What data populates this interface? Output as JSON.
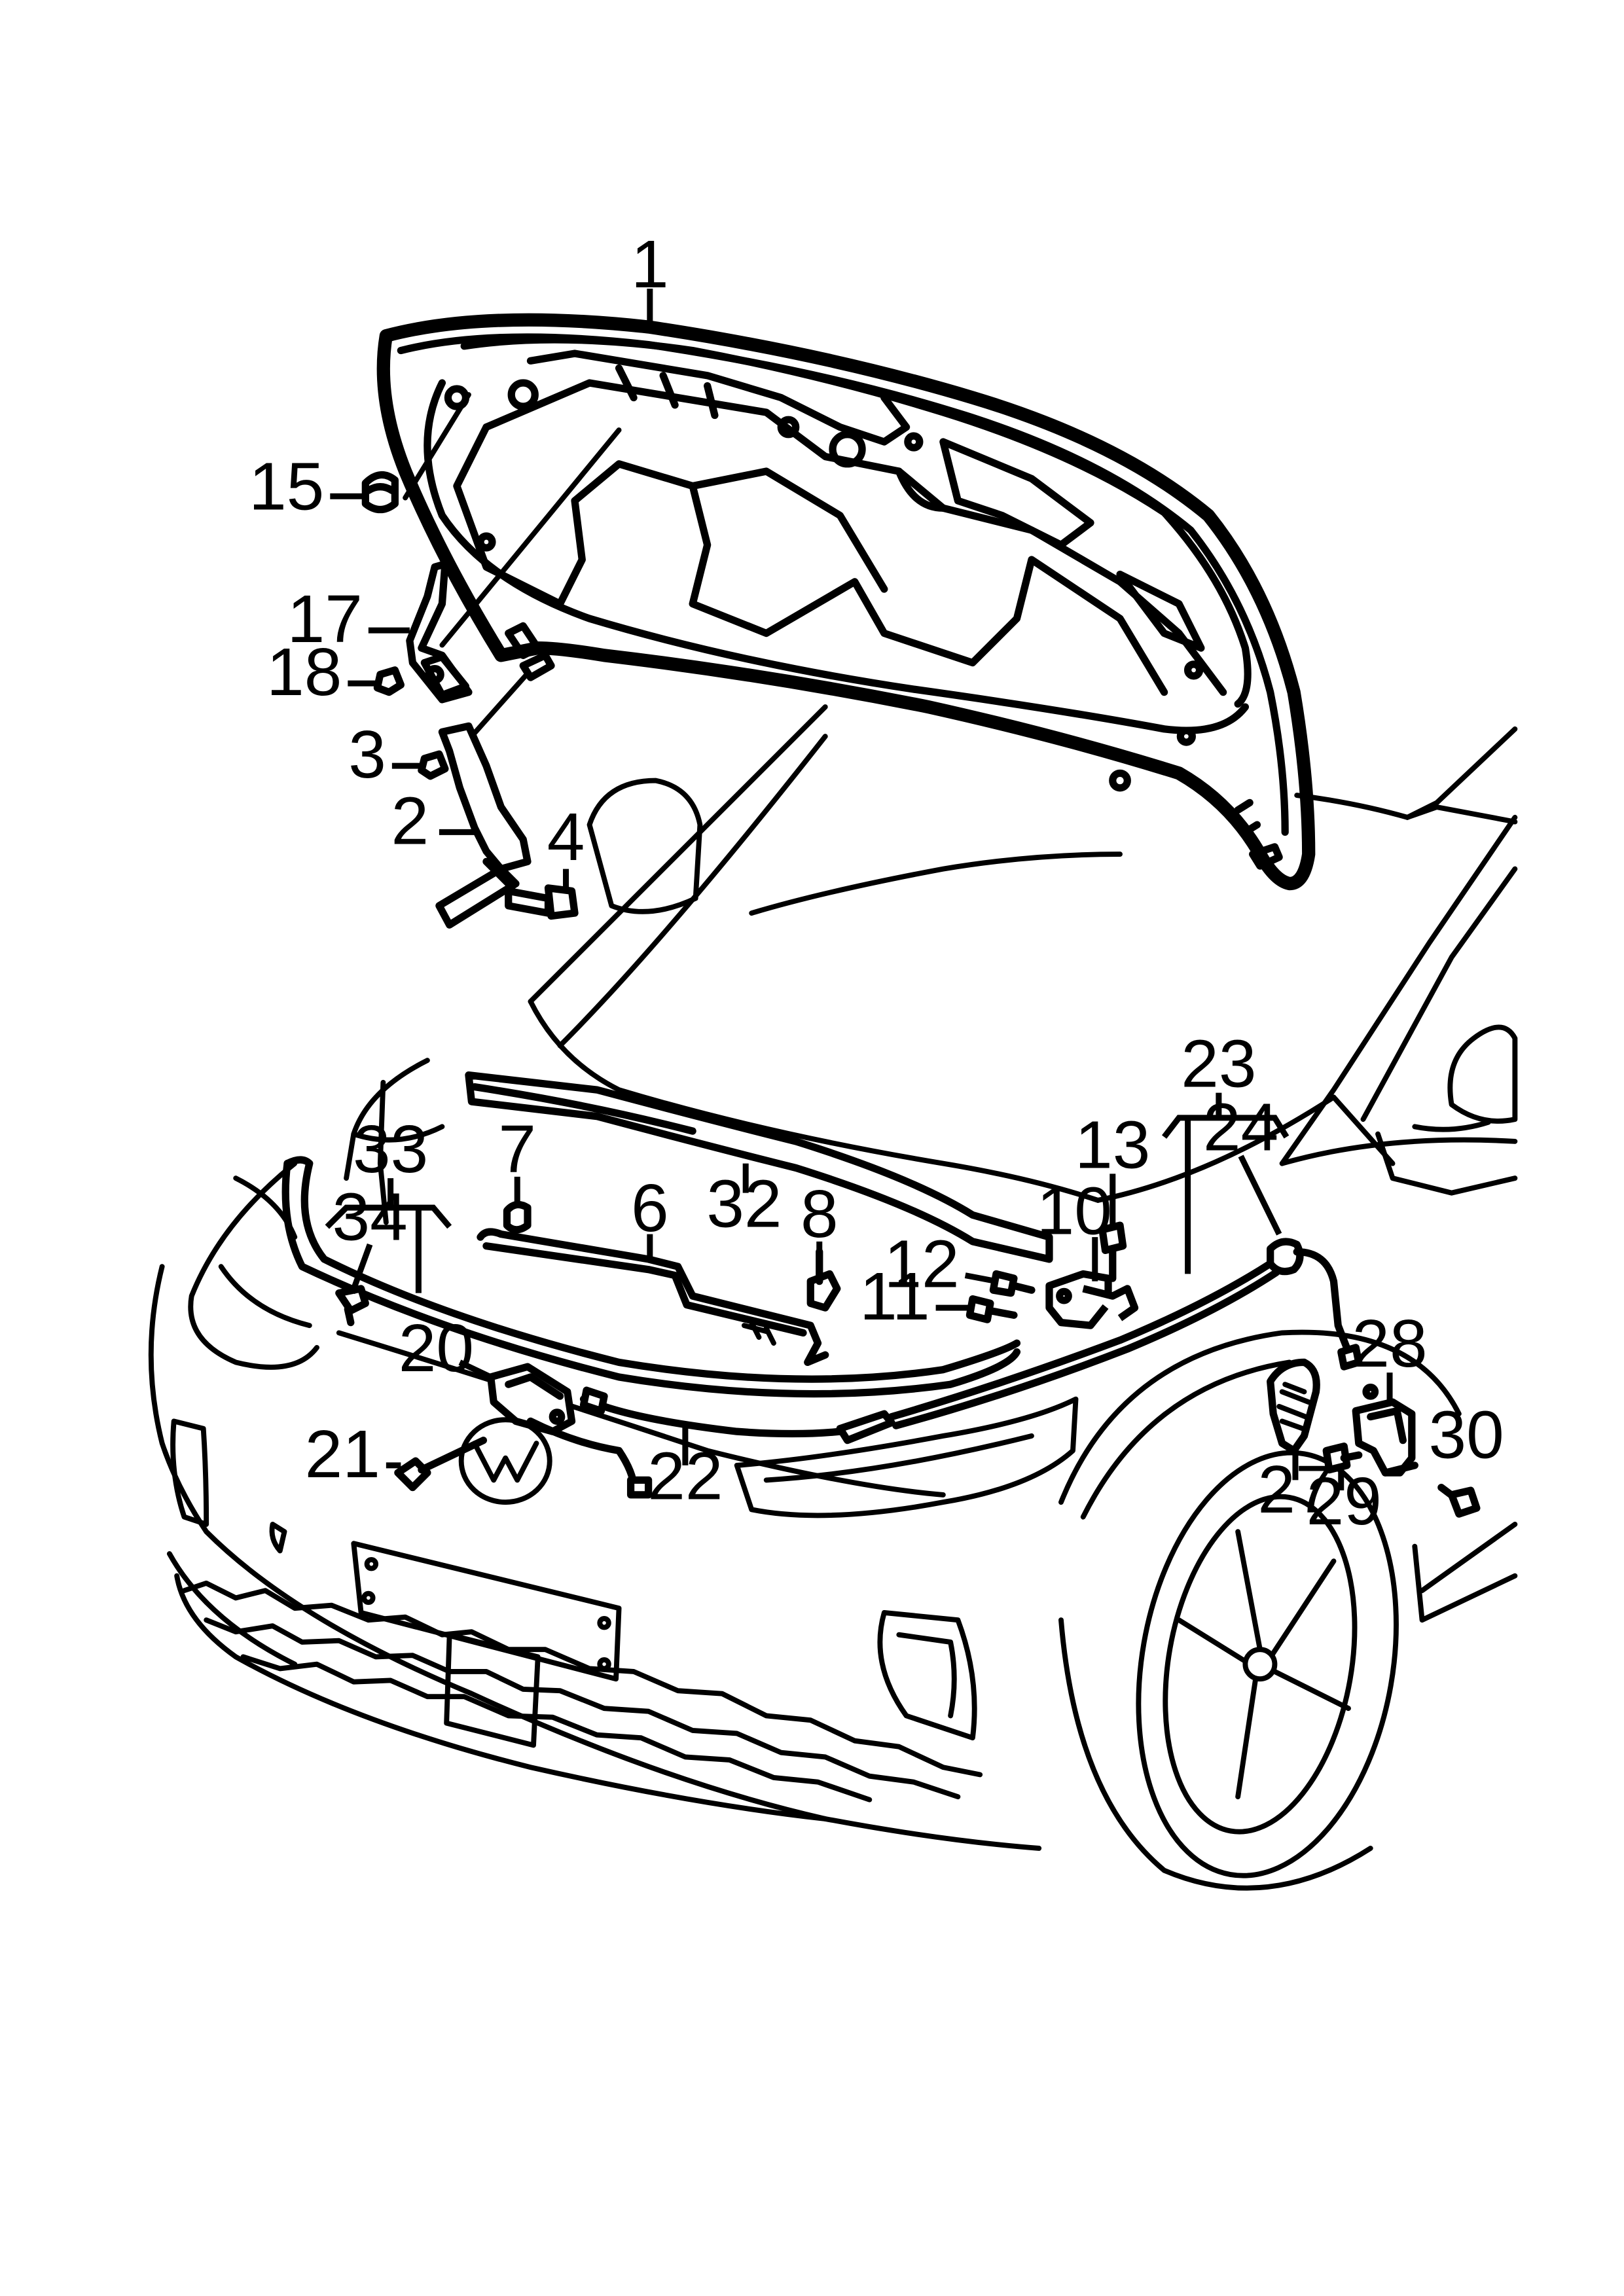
{
  "callouts": [
    {
      "id": "1",
      "label": "1"
    },
    {
      "id": "2",
      "label": "2"
    },
    {
      "id": "3",
      "label": "3"
    },
    {
      "id": "4",
      "label": "4"
    },
    {
      "id": "6",
      "label": "6"
    },
    {
      "id": "7",
      "label": "7"
    },
    {
      "id": "8",
      "label": "8"
    },
    {
      "id": "10",
      "label": "10"
    },
    {
      "id": "11",
      "label": "11"
    },
    {
      "id": "12",
      "label": "12"
    },
    {
      "id": "13",
      "label": "13"
    },
    {
      "id": "15",
      "label": "15"
    },
    {
      "id": "17",
      "label": "17"
    },
    {
      "id": "18",
      "label": "18"
    },
    {
      "id": "20",
      "label": "20"
    },
    {
      "id": "21",
      "label": "21"
    },
    {
      "id": "22",
      "label": "22"
    },
    {
      "id": "23",
      "label": "23"
    },
    {
      "id": "24",
      "label": "24"
    },
    {
      "id": "27",
      "label": "27"
    },
    {
      "id": "28",
      "label": "28"
    },
    {
      "id": "29",
      "label": "29"
    },
    {
      "id": "30",
      "label": "30"
    },
    {
      "id": "32",
      "label": "32"
    },
    {
      "id": "33",
      "label": "33"
    },
    {
      "id": "34",
      "label": "34"
    }
  ]
}
